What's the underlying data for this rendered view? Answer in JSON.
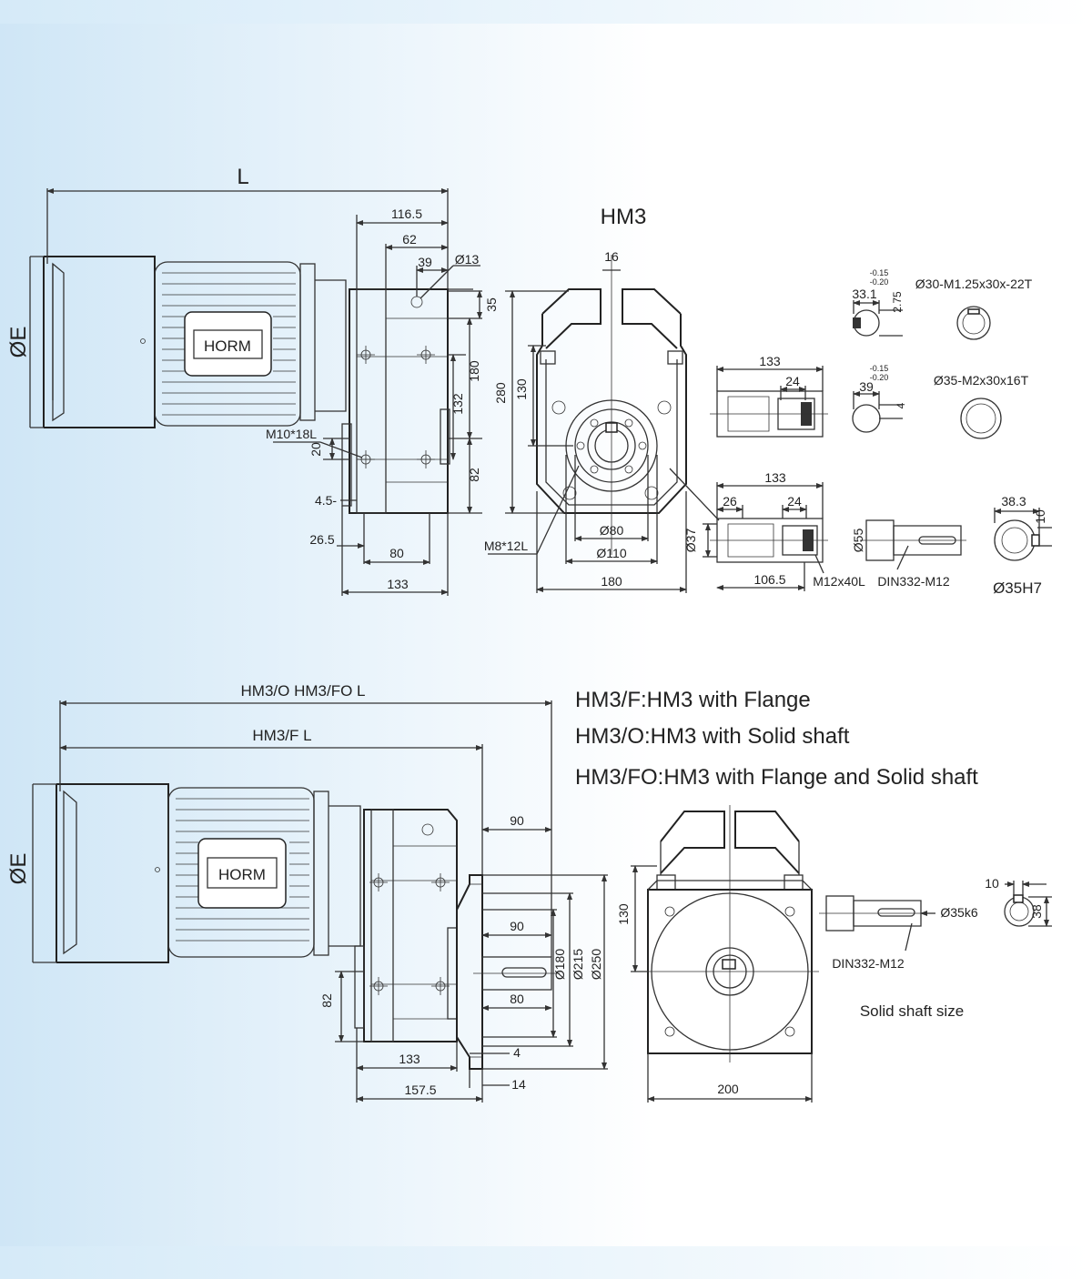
{
  "colors": {
    "bg_gradient_start": "#cfe6f6",
    "bg_gradient_end": "#ffffff",
    "line": "#222222"
  },
  "top": {
    "title": "HM3",
    "brand": "HORM",
    "phi_e": "ØE",
    "L": "L",
    "d116_5": "116.5",
    "d62": "62",
    "d39": "39",
    "d_dia13": "Ø13",
    "d35": "35",
    "d180v": "180",
    "d132": "132",
    "d82": "82",
    "d20": "20",
    "m10": "M10*18L",
    "d4_5": "4.5-",
    "d26_5": "26.5",
    "d80": "80",
    "d133": "133",
    "d16": "16",
    "d280": "280",
    "d130": "130",
    "dia80": "Ø80",
    "dia110": "Ø110",
    "d180h": "180",
    "m8": "M8*12L",
    "s133a": "133",
    "s24a": "24",
    "s133b": "133",
    "s26": "26",
    "s24b": "24",
    "dia37": "Ø37",
    "s106_5": "106.5",
    "m12": "M12x40L",
    "dia55": "Ø55",
    "din1": "DIN332-M12",
    "tol_a_top": "-0.15",
    "tol_a_bot": "-0.20",
    "d33_1": "33.1",
    "d2_75": "2.75",
    "spline1": "Ø30-M1.25x30x-22T",
    "tol_b_top": "-0.15",
    "tol_b_bot": "-0.20",
    "d39b": "39",
    "d4": "4",
    "spline2": "Ø35-M2x30x16T",
    "d38_3": "38.3",
    "d10": "10",
    "dia35h7": "Ø35H7"
  },
  "bottom": {
    "brand": "HORM",
    "phi_e": "ØE",
    "L_o_fo": "HM3/O HM3/FO  L",
    "L_f": "HM3/F   L",
    "legend": [
      "HM3/F:HM3 with Flange",
      "HM3/O:HM3 with Solid shaft",
      "HM3/FO:HM3 with Flange and Solid shaft"
    ],
    "d90a": "90",
    "d90b": "90",
    "d80": "80",
    "dia180": "Ø180",
    "dia215": "Ø215",
    "dia250": "Ø250",
    "d82": "82",
    "d133": "133",
    "d157_5": "157.5",
    "d4": "4",
    "d14": "14",
    "d130": "130",
    "d200": "200",
    "d10": "10",
    "d38": "38",
    "dia35k6": "Ø35k6",
    "din": "DIN332-M12",
    "solid_shaft": "Solid shaft size"
  }
}
